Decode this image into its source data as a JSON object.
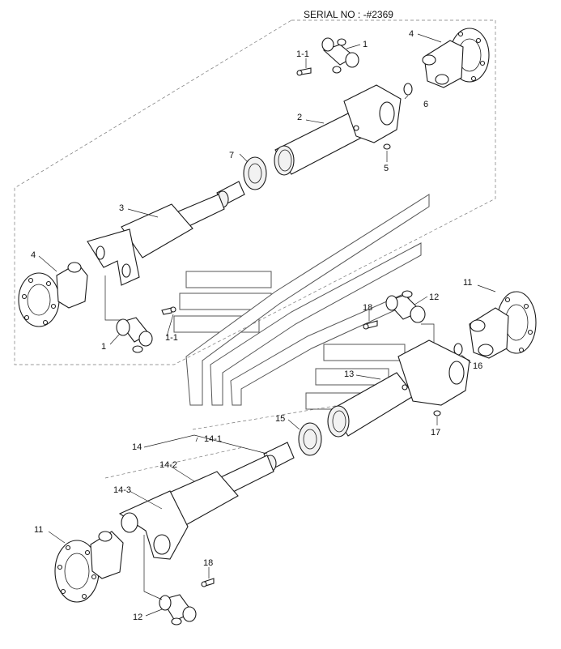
{
  "serial": "SERIAL NO : -#2369",
  "labels": {
    "p1_top": "1",
    "p1_1_top": "1-1",
    "p4_top": "4",
    "p6": "6",
    "p2": "2",
    "p5": "5",
    "p7": "7",
    "p3": "3",
    "p4_left": "4",
    "p1_left": "1",
    "p1_1_left": "1-1",
    "p11_right": "11",
    "p12_right": "12",
    "p18_right": "18",
    "p16": "16",
    "p13": "13",
    "p17": "17",
    "p15": "15",
    "p14": "14",
    "p14_1": "14-1",
    "p14_2": "14-2",
    "p14_3": "14-3",
    "p11_left": "11",
    "p18_bottom": "18",
    "p12_bottom": "12"
  }
}
